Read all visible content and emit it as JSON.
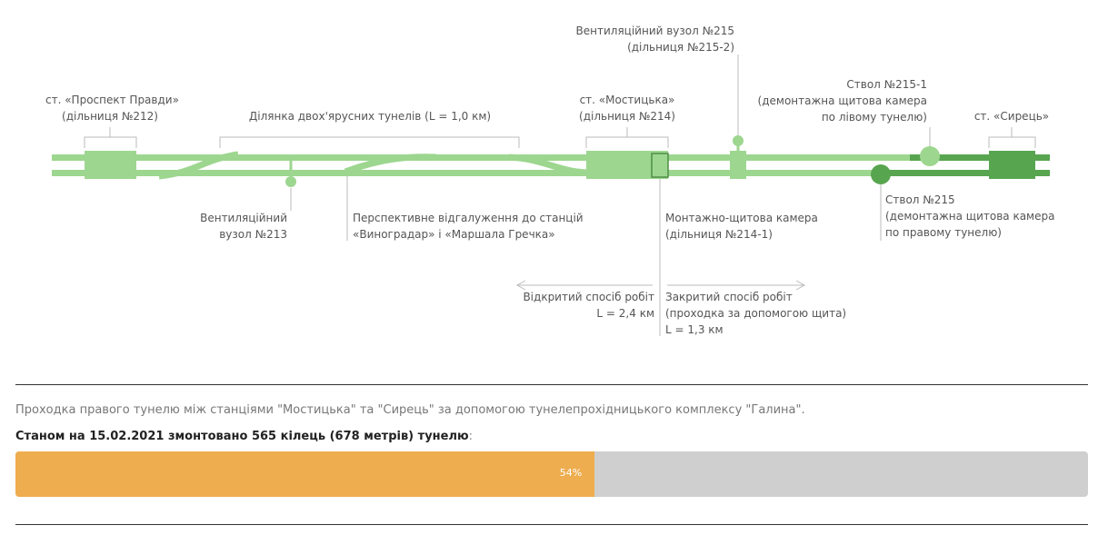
{
  "labels": {
    "prospekt_pravdy": [
      "ст. «Проспект Правди»",
      "(дільниця №212)"
    ],
    "dvoyarusni": "Ділянка двох'ярусних тунелів (L = 1,0 км)",
    "mostytska": [
      "ст. «Мостицька»",
      "(дільниця №214)"
    ],
    "vent215": [
      "Вентиляційний вузол №215",
      "(дільниця №215-2)"
    ],
    "stvol_215_1": [
      "Ствол №215-1",
      "(демонтажна щитова камера",
      "по лівому тунелю)"
    ],
    "syrets": "ст. «Сирець»",
    "vent213": [
      "Вентиляційний",
      "вузол №213"
    ],
    "perspektyvne": [
      "Перспективне відгалуження до станцій",
      "«Виноградар» і «Маршала Гречка»"
    ],
    "montazhno": [
      "Монтажно-щитова камера",
      "(дільниця №214-1)"
    ],
    "stvol_215": [
      "Ствол №215",
      "(демонтажна щитова камера",
      "по правому тунелю)"
    ],
    "vidkrytyi": [
      "Відкритий спосіб робіт",
      "L = 2,4 км"
    ],
    "zakrytyi": [
      "Закритий спосіб робіт",
      "(проходка за допомогою щита)",
      "L = 1,3 км"
    ]
  },
  "caption": "Проходка правого тунелю між станціями \"Мостицька\" та \"Сирець\" за допомогою тунелепрохідницького комплексу \"Галина\".",
  "status": {
    "bold": "Станом на 15.02.2021 змонтовано 565 кілець (678 метрів) тунелю",
    "suffix": ":"
  },
  "progress": {
    "percent_label": "54%",
    "value": 0.54
  },
  "colors": {
    "light_green": "#9dd68f",
    "dark_green": "#58a550",
    "progress": "#eead4f",
    "track": "#cfcfcf"
  }
}
